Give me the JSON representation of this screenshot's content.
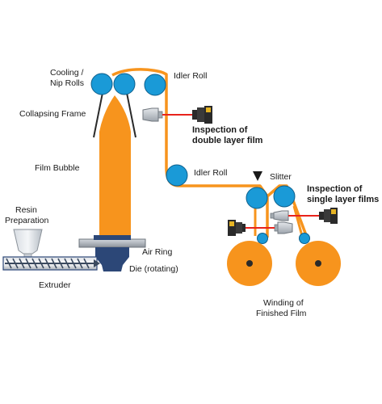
{
  "labels": {
    "cooling_line1": "Cooling /",
    "cooling_line2": "Nip Rolls",
    "idler_roll_top": "Idler Roll",
    "collapsing_frame": "Collapsing Frame",
    "inspection_double_line1": "Inspection of",
    "inspection_double_line2": "double layer film",
    "film_bubble": "Film Bubble",
    "idler_roll_mid": "Idler Roll",
    "slitter": "Slitter",
    "inspection_single_line1": "Inspection of",
    "inspection_single_line2": "single layer films",
    "resin_line1": "Resin",
    "resin_line2": "Preparation",
    "air_ring": "Air Ring",
    "die": "Die (rotating)",
    "extruder": "Extruder",
    "winding_line1": "Winding of",
    "winding_line2": "Finished Film"
  },
  "colors": {
    "film_orange": "#f7941d",
    "roll_blue": "#1a9ad7",
    "die_navy": "#2c4777",
    "laser_red": "#e8231c",
    "camera_dark": "#3a3a3a",
    "camera_yellow": "#e5b323",
    "sensor_gray": "#b9bec4"
  },
  "icons": {
    "camera": "camera-icon",
    "sensor": "sensor-icon",
    "slitter": "slitter-blade-icon",
    "hopper": "hopper-icon",
    "screw": "extruder-screw-icon"
  }
}
